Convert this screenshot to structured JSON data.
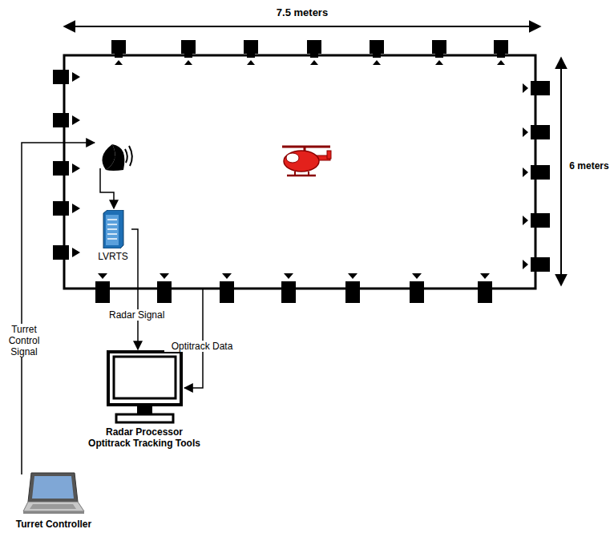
{
  "diagram": {
    "nodes": [
      {
        "text": [
          "LVRTS"
        ]
      },
      {
        "text": [
          "Radar Processor",
          "Optitrack Tracking Tools"
        ]
      },
      {
        "text": [
          "Turret Controller"
        ]
      }
    ],
    "edges": [
      {
        "from": 0,
        "to": 1,
        "arrow": "to",
        "label": "Radar Signal"
      }
    ],
    "labels": [
      "7.5 meters",
      "6 meters",
      "Optitrack Data",
      "Turret Control Signal"
    ]
  }
}
